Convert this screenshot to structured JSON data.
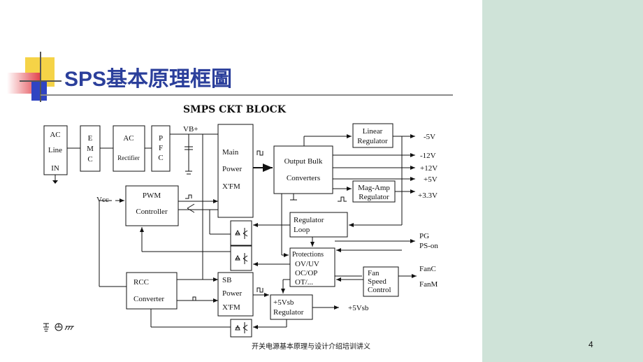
{
  "slide": {
    "title": "SPS基本原理框圖",
    "subtitle": "SMPS CKT BLOCK",
    "footer": "开关电源基本原理与设计介绍培训讲义",
    "page_number": "4"
  },
  "blocks": {
    "ac_line": [
      "AC",
      "Line",
      "IN"
    ],
    "emc": [
      "E",
      "M",
      "C"
    ],
    "ac_rectifier": [
      "AC",
      "Rectifier"
    ],
    "pfc": [
      "P",
      "F",
      "C"
    ],
    "main_xfm": [
      "Main",
      "Power",
      "X'FM"
    ],
    "output_bulk": [
      "Output Bulk",
      "Converters"
    ],
    "linear_regulator": [
      "Linear",
      "Regulator"
    ],
    "mag_amp_regulator": [
      "Mag-Amp",
      "Regulator"
    ],
    "pwm_controller": [
      "PWM",
      "Controller"
    ],
    "regulator_loop": [
      "Regulator",
      "Loop"
    ],
    "protections": [
      "Protections",
      "OV/UV",
      "OC/OP",
      "OT/..."
    ],
    "fan_speed_control": [
      "Fan",
      "Speed",
      "Control"
    ],
    "rcc_converter": [
      "RCC",
      "Converter"
    ],
    "sb_xfm": [
      "SB",
      "Power",
      "X'FM"
    ],
    "vsb_regulator": [
      "+5Vsb",
      "Regulator"
    ]
  },
  "labels": {
    "vb_plus": "VB+",
    "vcc": "Vcc",
    "out_minus5": "-5V",
    "out_minus12": "-12V",
    "out_plus12": "+12V",
    "out_plus5": "+5V",
    "out_plus3v3": "+3.3V",
    "pg": "PG",
    "ps_on": "PS-on",
    "fanc": "FanC",
    "fanm": "FanM",
    "out_5vsb": "+5Vsb"
  },
  "colors": {
    "title": "#2b3f9b",
    "right_panel": "#cfe3d8",
    "deco_yellow": "#f5d347",
    "deco_red": "#e2414a",
    "deco_blue": "#2f44c2"
  }
}
